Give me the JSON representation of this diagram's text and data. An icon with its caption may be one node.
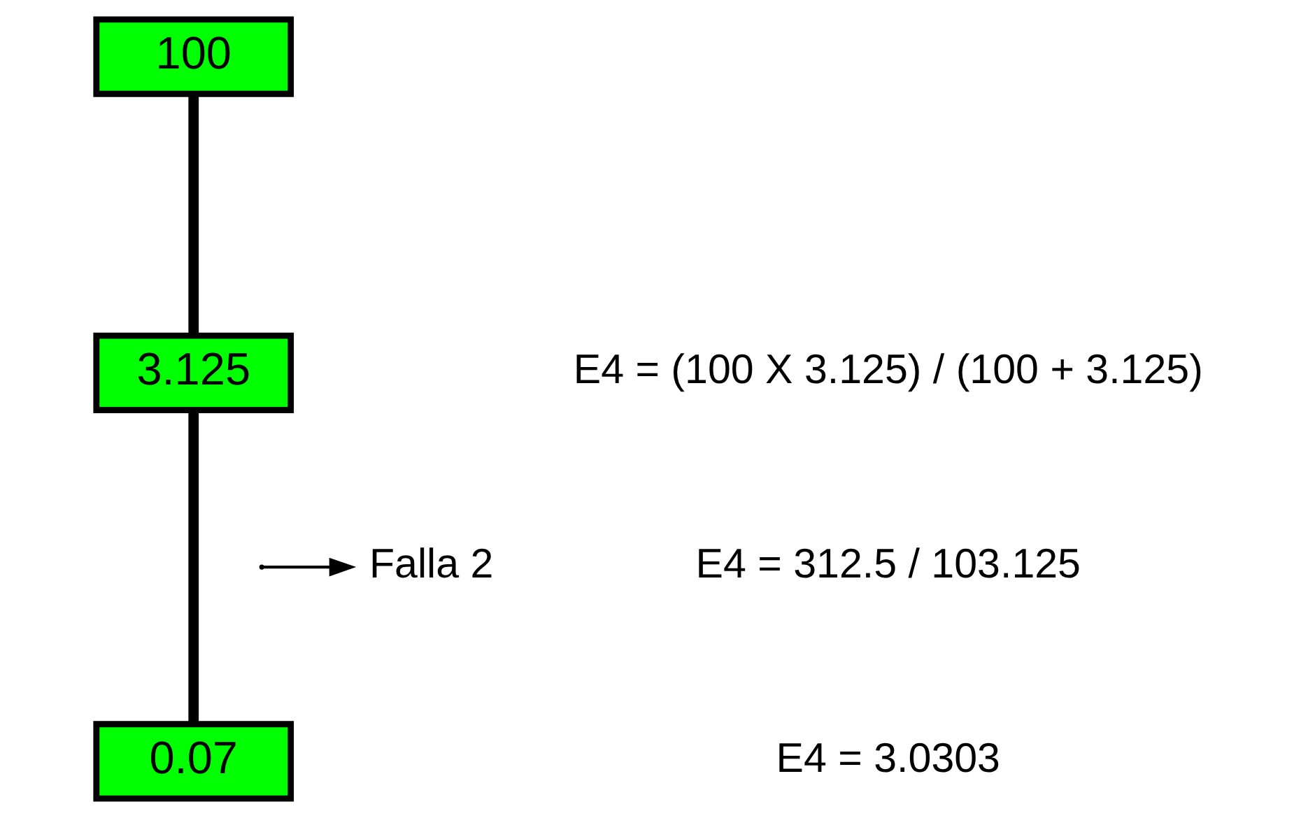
{
  "diagram": {
    "nodes": [
      {
        "text": [
          "100"
        ]
      },
      {
        "text": [
          "3.125"
        ]
      },
      {
        "text": [
          "0.07"
        ]
      },
      {
        "text": [
          "Falla 2"
        ]
      }
    ],
    "edges": [
      {
        "from": 0,
        "to": 1,
        "arrow": "none"
      },
      {
        "from": 1,
        "to": 2,
        "arrow": "none"
      },
      {
        "from": null,
        "to": 3,
        "arrow": "to"
      }
    ],
    "labels": [
      "E4 = (100 X 3.125) / (100 + 3.125)",
      "E4 = 312.5 / 103.125",
      "E4 = 3.0303"
    ]
  }
}
